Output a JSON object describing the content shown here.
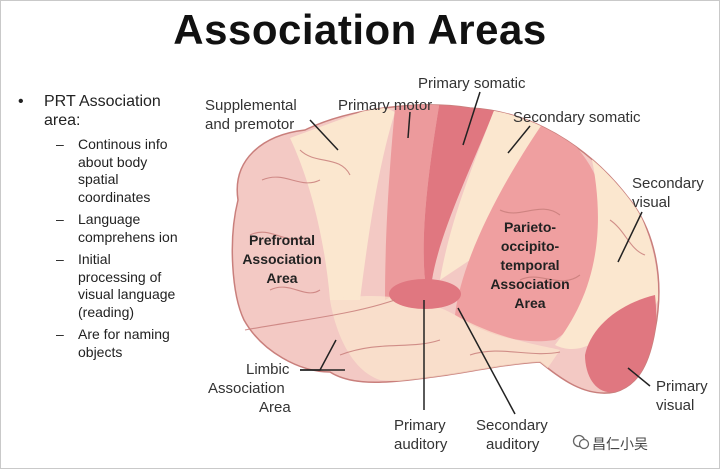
{
  "title": "Association Areas",
  "bullet": {
    "label": "PRT Association area:",
    "items": [
      "Continous info about body spatial coordinates",
      "Language comprehens ion",
      "Initial processing of visual language (reading)",
      "Are for naming objects"
    ]
  },
  "labels": {
    "supplemental_line1": "Supplemental",
    "supplemental_line2": "and premotor",
    "primary_motor": "Primary motor",
    "primary_somatic": "Primary somatic",
    "secondary_somatic": "Secondary somatic",
    "secondary_visual_line1": "Secondary",
    "secondary_visual_line2": "visual",
    "primary_visual_line1": "Primary",
    "primary_visual_line2": "visual",
    "primary_auditory_line1": "Primary",
    "primary_auditory_line2": "auditory",
    "secondary_auditory_line1": "Secondary",
    "secondary_auditory_line2": "auditory",
    "limbic_line1": "Limbic",
    "limbic_line2": "Association",
    "limbic_line3": "Area",
    "prefrontal_line1": "Prefrontal",
    "prefrontal_line2": "Association",
    "prefrontal_line3": "Area",
    "pot_line1": "Parieto-",
    "pot_line2": "occipito-",
    "pot_line3": "temporal",
    "pot_line4": "Association",
    "pot_line5": "Area"
  },
  "watermark": "昌仁小吴",
  "colors": {
    "brain_base": "#f3c9c4",
    "cream": "#fbe7cf",
    "pink_strip": "#ec9a9c",
    "red_strip": "#e07780",
    "parietal": "#ef9fa0",
    "outline": "#c97f7c",
    "label_line": "#222222"
  }
}
